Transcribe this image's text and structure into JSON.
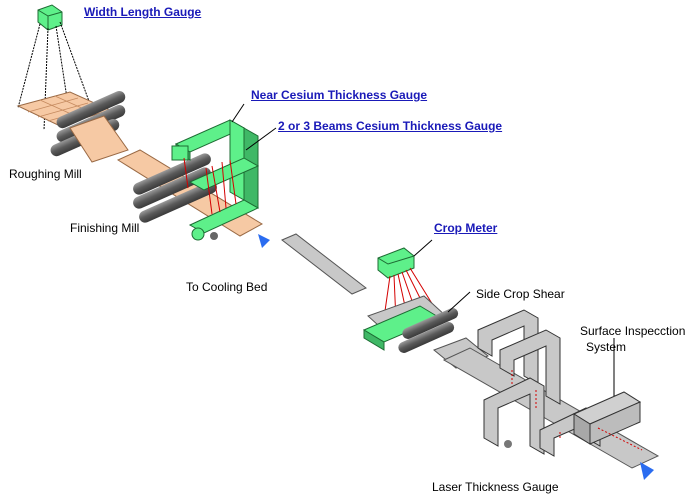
{
  "links": {
    "width_length_gauge": "Width Length Gauge",
    "near_cesium_gauge": "Near Cesium Thickness Gauge",
    "beams_cesium_gauge": "2 or 3 Beams Cesium Thickness Gauge",
    "crop_meter": "Crop Meter"
  },
  "labels": {
    "roughing_mill": "Roughing Mill",
    "finishing_mill": "Finishing Mill",
    "to_cooling_bed": "To Cooling Bed",
    "side_crop_shear": "Side Crop Shear",
    "surface_inspection_1": "Surface Inspecction",
    "surface_inspection_2": "System",
    "laser_thickness_gauge": "Laser Thickness Gauge"
  },
  "colors": {
    "link": "#1a1ab8",
    "gauge_green": "#5ef08a",
    "roller_gray": "#707070",
    "strip_hot": "#f6c9a4",
    "strip_cold": "#c8c8c8",
    "beam_red": "#d40000",
    "flow_arrow": "#2a6cf0"
  }
}
